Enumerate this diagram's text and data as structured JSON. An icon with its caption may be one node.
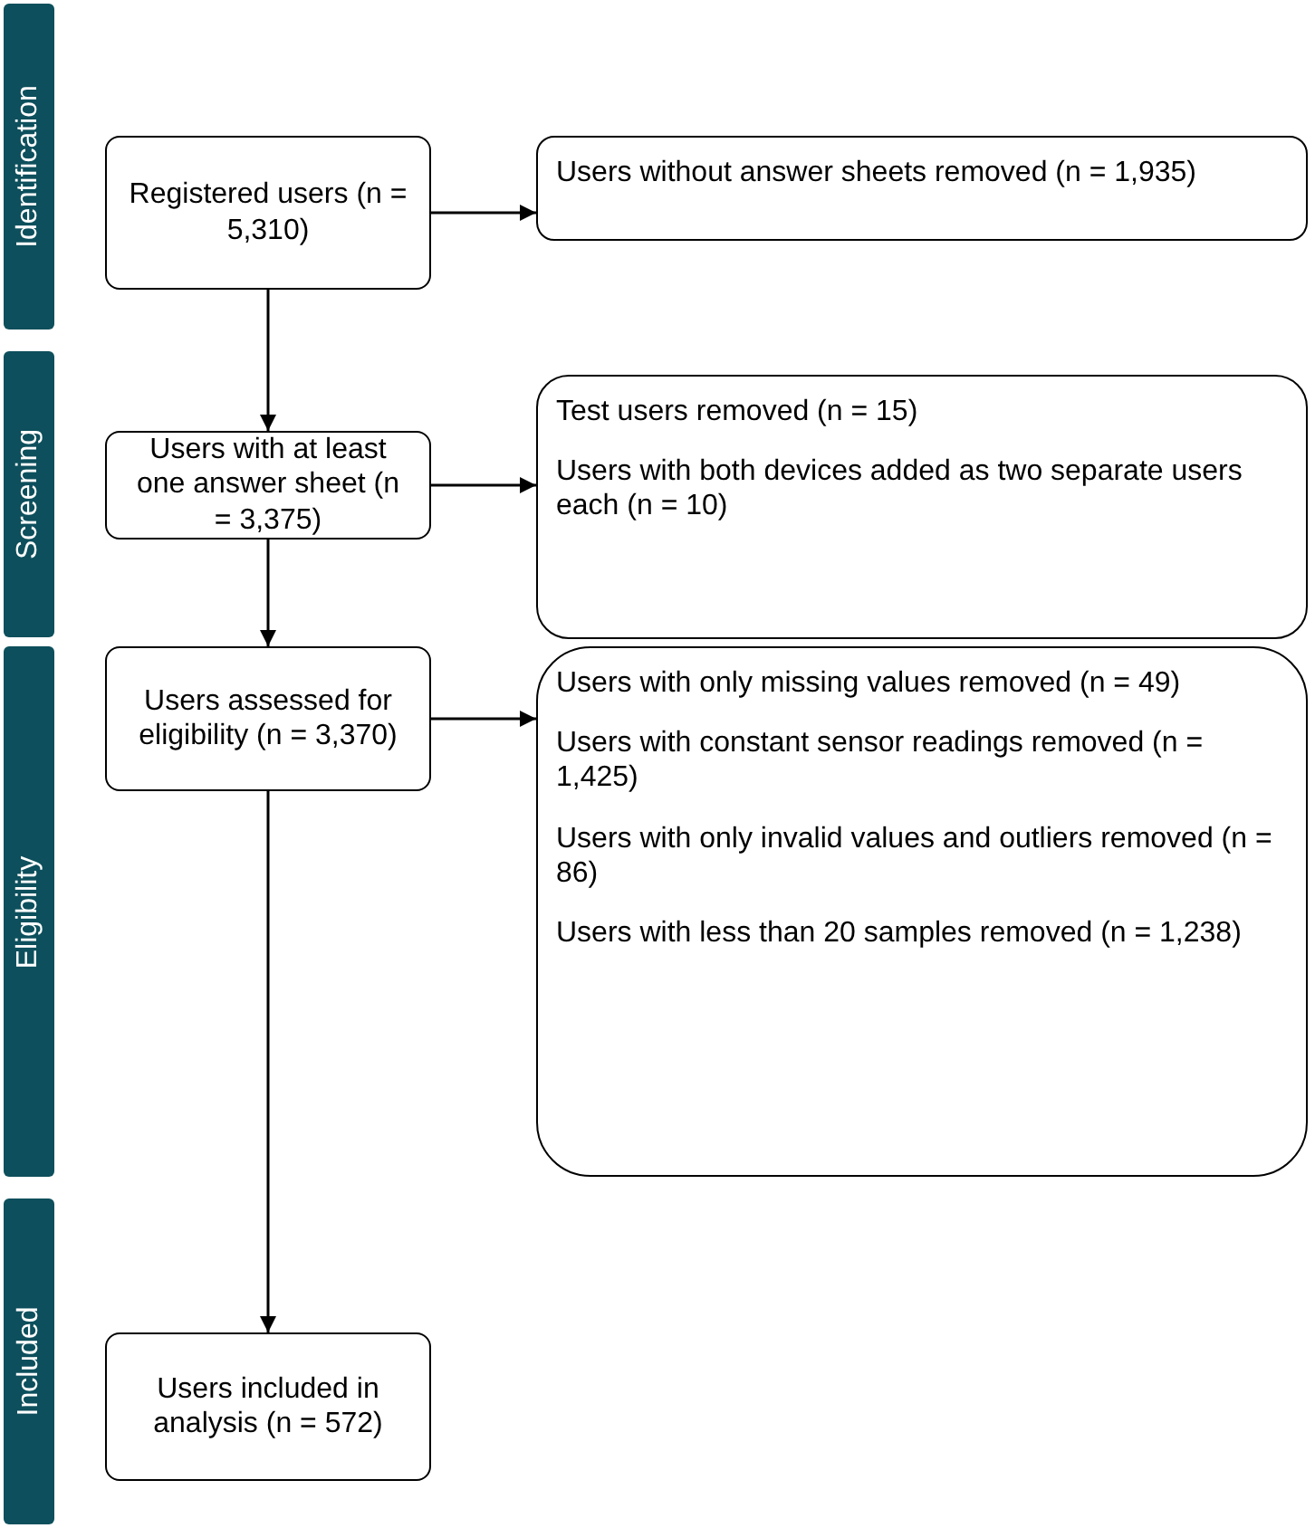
{
  "diagram": {
    "nodes": [
      {
        "text": [
          "Identification"
        ]
      },
      {
        "text": [
          "Registered users (n = 5,310)"
        ]
      },
      {
        "text": [
          "Users without answer sheets removed (n = 1,935)"
        ]
      },
      {
        "text": [
          "Screening"
        ]
      },
      {
        "text": [
          "Users with at least one answer sheet (n = 3,375)"
        ]
      },
      {
        "text": [
          "Test users removed (n = 15)",
          "Users with both devices added as two separate users each (n = 10)"
        ]
      },
      {
        "text": [
          "Eligibility"
        ]
      },
      {
        "text": [
          "Users assessed for eligibility (n = 3,370)"
        ]
      },
      {
        "text": [
          "Users with only missing values removed (n = 49)",
          "Users with constant sensor readings removed (n = 1,425)",
          "Users with only invalid values and outliers removed (n = 86)",
          "Users with less than 20 samples removed (n = 1,238)"
        ]
      },
      {
        "text": [
          "Included"
        ]
      },
      {
        "text": [
          "Users included in analysis (n = 572)"
        ]
      }
    ],
    "edges": [
      {
        "from": 1,
        "to": 2,
        "arrow": "to"
      },
      {
        "from": 1,
        "to": 4,
        "arrow": "to"
      },
      {
        "from": 4,
        "to": 5,
        "arrow": "to"
      },
      {
        "from": 4,
        "to": 7,
        "arrow": "to"
      },
      {
        "from": 7,
        "to": 8,
        "arrow": "to"
      },
      {
        "from": 7,
        "to": 10,
        "arrow": "to"
      }
    ]
  }
}
